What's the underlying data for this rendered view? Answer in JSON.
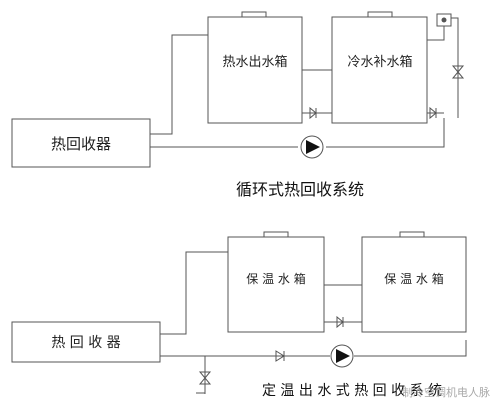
{
  "diagram1": {
    "collector_label": "热回收器",
    "tank_left_label": "热水出水箱",
    "tank_right_label": "冷水补水箱",
    "caption": "循环式热回收系统"
  },
  "diagram2": {
    "collector_label": "热 回 收 器",
    "tank_left_label": "保 温 水 箱",
    "tank_right_label": "保 温 水 箱",
    "caption": "定 温 出 水 式 热 回 收 系 统"
  },
  "watermark": "制冷空调机电人脉",
  "colors": {
    "line": "#555555",
    "fill": "#ffffff"
  }
}
